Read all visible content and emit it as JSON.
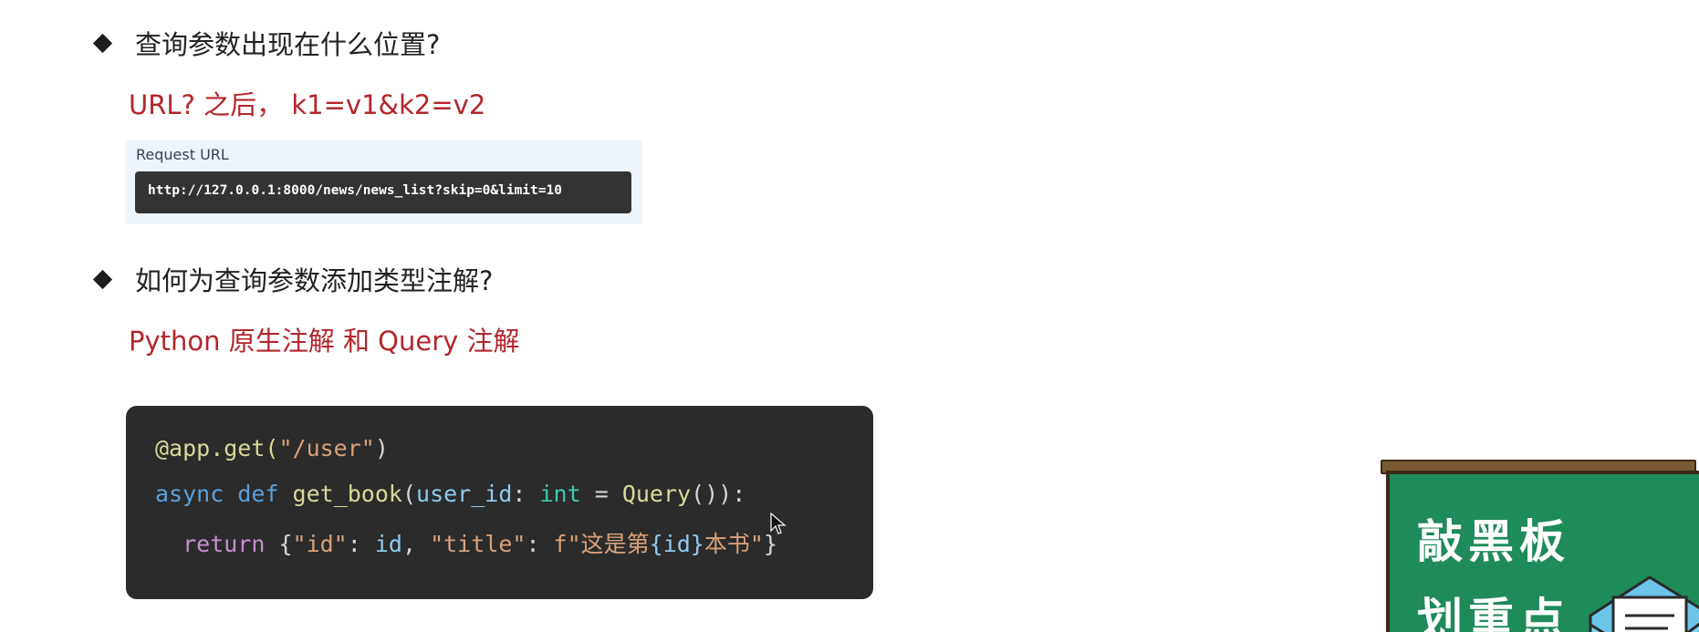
{
  "section1": {
    "question": "查询参数出现在什么位置?",
    "answer": "URL? 之后， k1=v1&k2=v2",
    "request_url_label": "Request URL",
    "request_url_value": "http://127.0.0.1:8000/news/news_list?skip=0&limit=10"
  },
  "section2": {
    "question": "如何为查询参数添加类型注解?",
    "answer": "Python 原生注解 和 Query 注解"
  },
  "code": {
    "line1": {
      "decorator": "@app.get(",
      "string": "\"/user\"",
      "close": ")"
    },
    "line2": {
      "kw_async": "async",
      "kw_def": "def",
      "fn_name": "get_book",
      "open": "(",
      "param": "user_id",
      "colon": ": ",
      "type": "int",
      "eq": " = ",
      "query": "Query",
      "close": "()):"
    },
    "line3": {
      "kw_return": "return",
      "open_brace": " {",
      "key_id": "\"id\"",
      "sep1": ": ",
      "val_id": "id",
      "comma": ", ",
      "key_title": "\"title\"",
      "sep2": ": ",
      "fstr_prefix": "f\"这是第",
      "fstr_expr": "{id}",
      "fstr_suffix": "本书\"",
      "close_brace": "}"
    }
  },
  "blackboard": {
    "line1": "敲黑板",
    "line2": "划重点"
  },
  "colors": {
    "answer_red": "#b3262b",
    "board_green": "#1f8a5a",
    "code_bg": "#2b2b2b"
  }
}
